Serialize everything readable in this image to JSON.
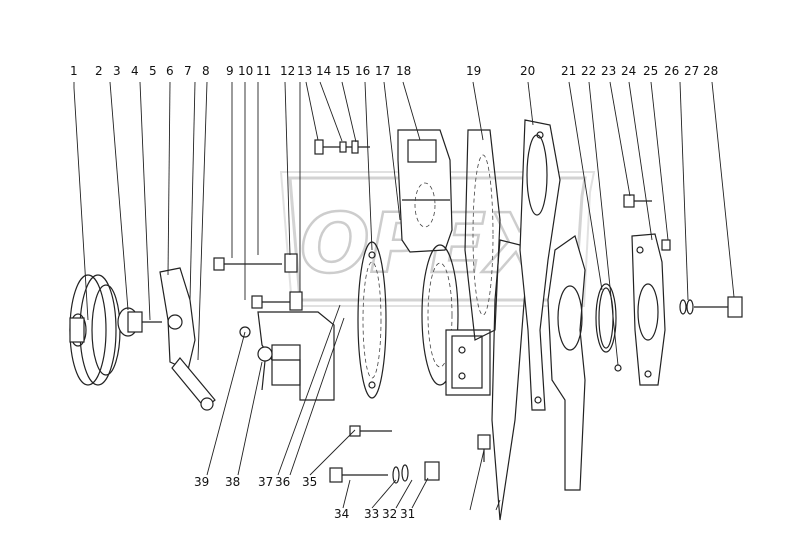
{
  "watermark": {
    "text": "OPEX"
  },
  "top_callouts": [
    "1",
    "2",
    "3",
    "4",
    "5",
    "6",
    "7",
    "8",
    "9",
    "10",
    "11",
    "12",
    "13",
    "14",
    "15",
    "16",
    "17",
    "18",
    "19",
    "20",
    "21",
    "22",
    "23",
    "24",
    "25",
    "26",
    "27",
    "28"
  ],
  "bottom_callouts": [
    "39",
    "38",
    "37",
    "36",
    "35",
    "34",
    "33",
    "32",
    "31"
  ]
}
